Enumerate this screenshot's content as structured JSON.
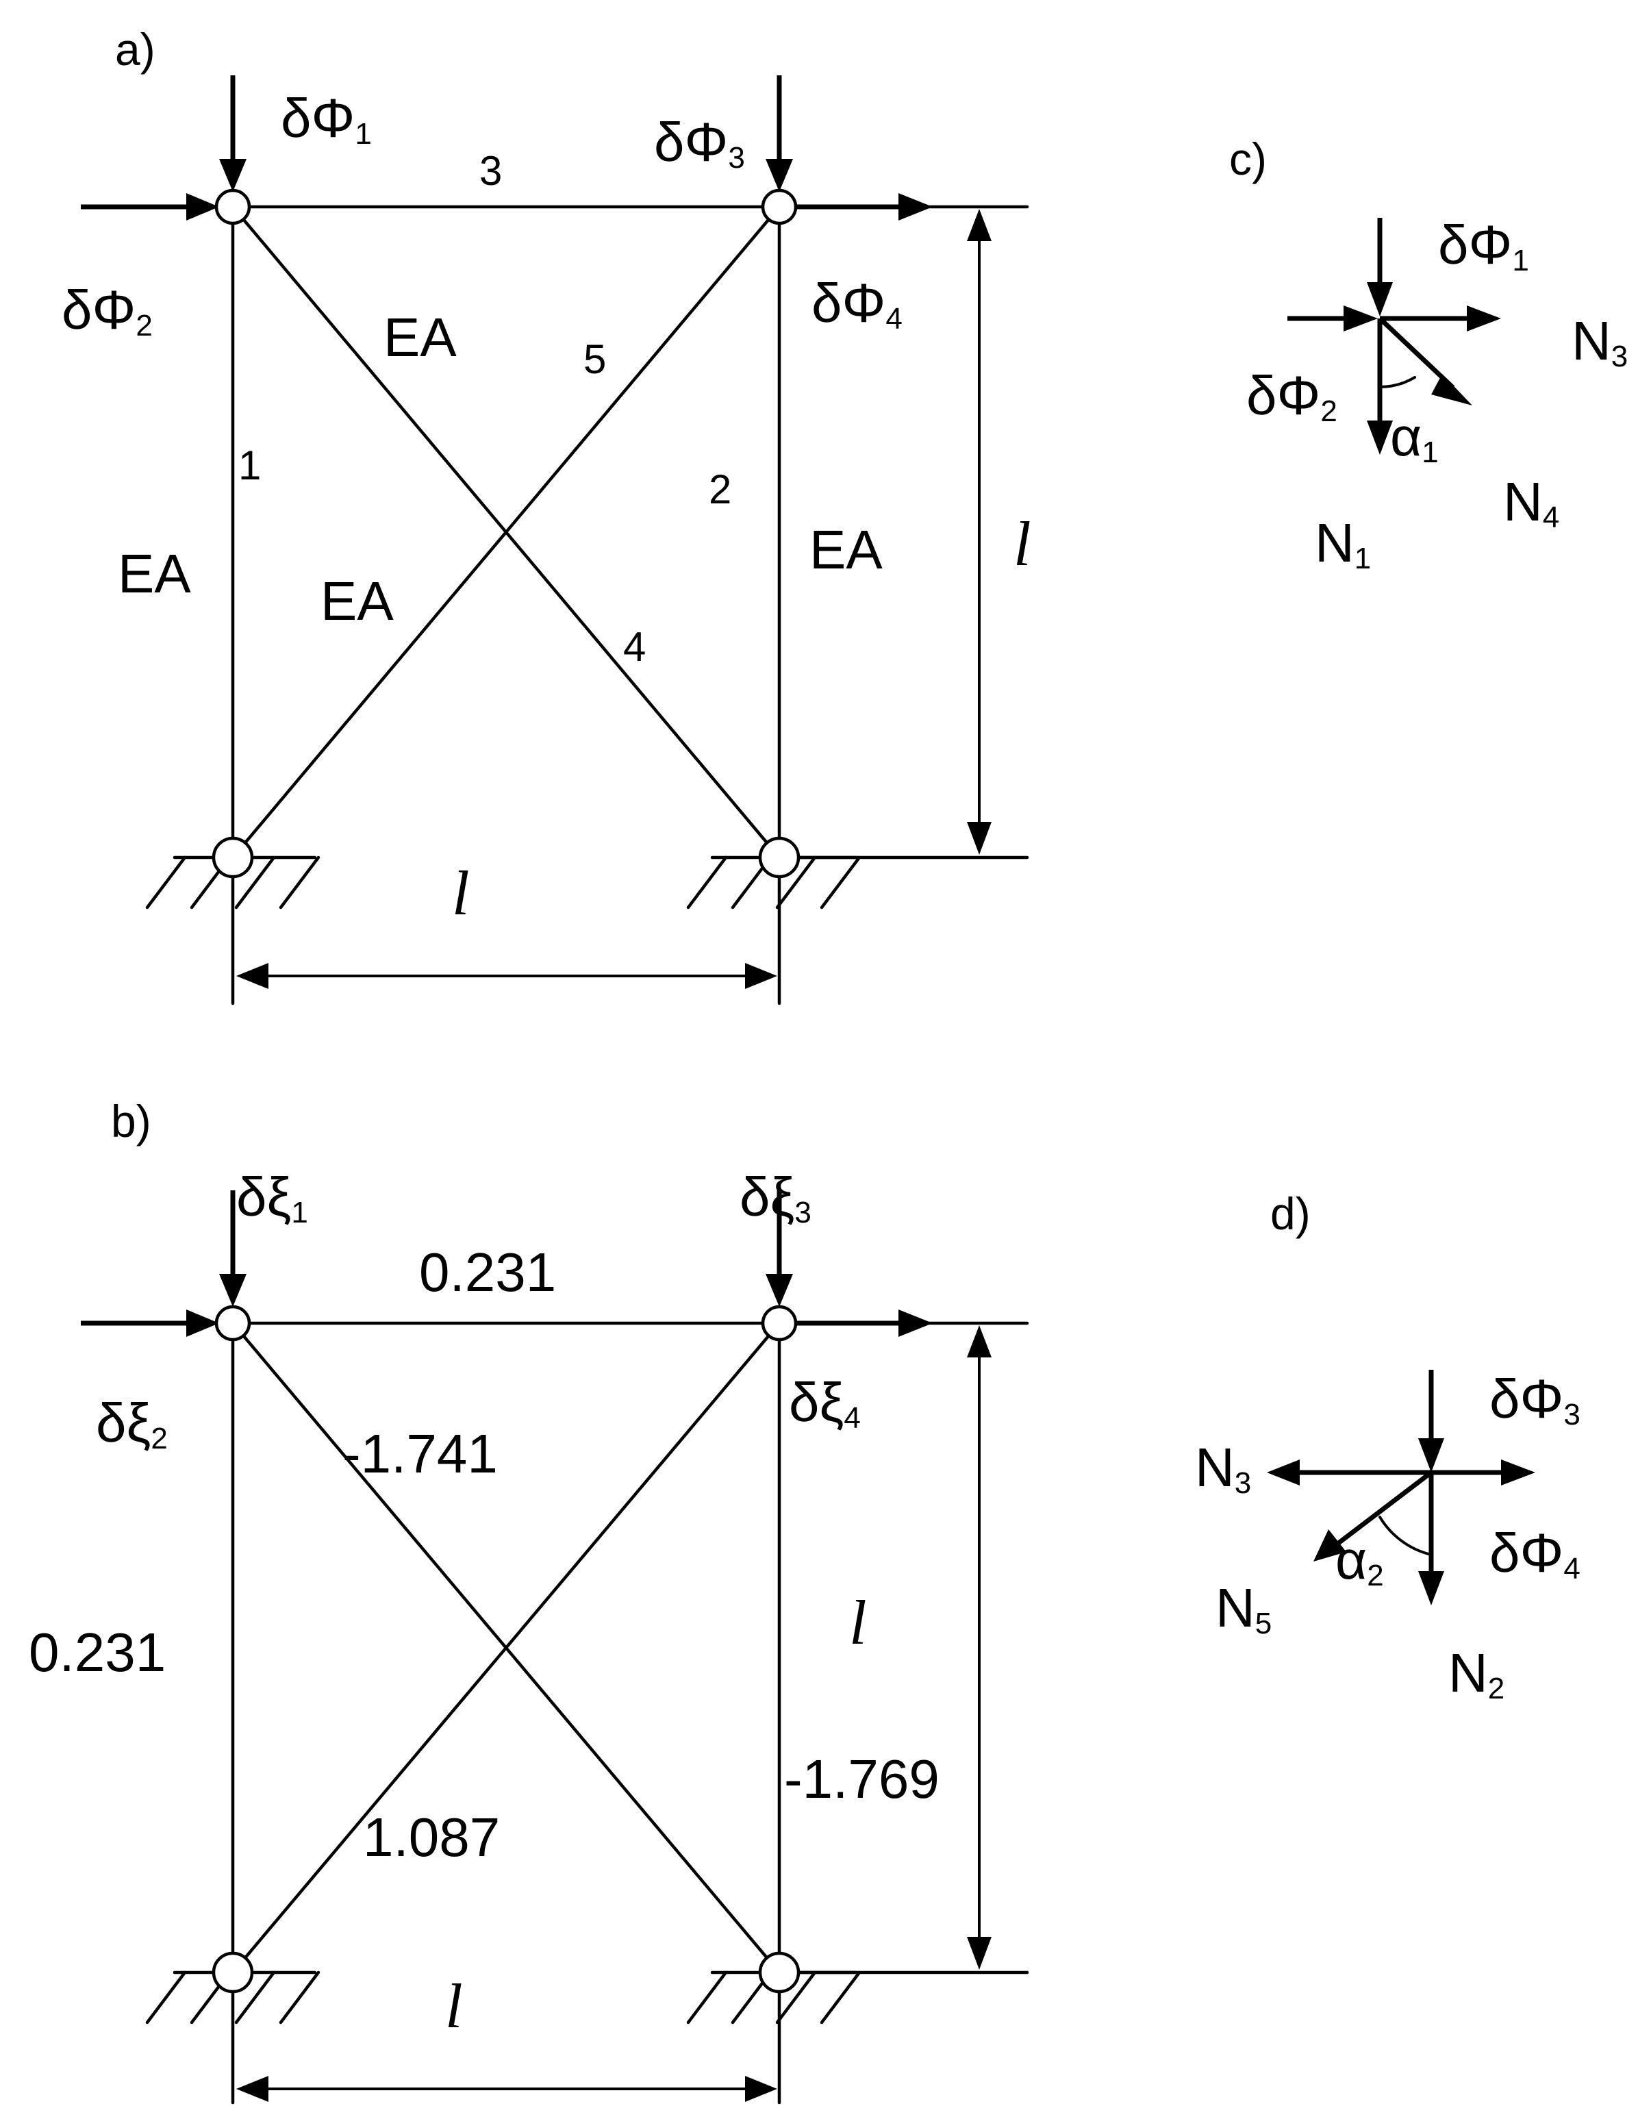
{
  "panels": {
    "a": "a)",
    "b": "b)",
    "c": "c)",
    "d": "d)"
  },
  "panel_a": {
    "force1": "δΦ",
    "force1_sub": "1",
    "force2": "δΦ",
    "force2_sub": "2",
    "force3": "δΦ",
    "force3_sub": "3",
    "force4": "δΦ",
    "force4_sub": "4",
    "bar1": "1",
    "bar2": "2",
    "bar3": "3",
    "bar4": "4",
    "bar5": "5",
    "stiffness": [
      "EA",
      "EA",
      "EA",
      "EA"
    ],
    "length_h": "l",
    "length_v": "l"
  },
  "panel_b": {
    "disp1": "δξ",
    "disp1_sub": "1",
    "disp2": "δξ",
    "disp2_sub": "2",
    "disp3": "δξ",
    "disp3_sub": "3",
    "disp4": "δξ",
    "disp4_sub": "4",
    "top_value": "0.231",
    "left_value": "0.231",
    "diag_value": "-1.741",
    "diag2_value": "1.087",
    "right_value": "-1.769",
    "length_h": "l",
    "length_v": "l"
  },
  "panel_c": {
    "f1": "δΦ",
    "f1_sub": "1",
    "f2": "δΦ",
    "f2_sub": "2",
    "n1": "N",
    "n1_sub": "1",
    "n3": "N",
    "n3_sub": "3",
    "n4": "N",
    "n4_sub": "4",
    "angle": "α",
    "angle_sub": "1"
  },
  "panel_d": {
    "f3": "δΦ",
    "f3_sub": "3",
    "f4": "δΦ",
    "f4_sub": "4",
    "n2": "N",
    "n2_sub": "2",
    "n3": "N",
    "n3_sub": "3",
    "n5": "N",
    "n5_sub": "5",
    "angle": "α",
    "angle_sub": "2"
  }
}
